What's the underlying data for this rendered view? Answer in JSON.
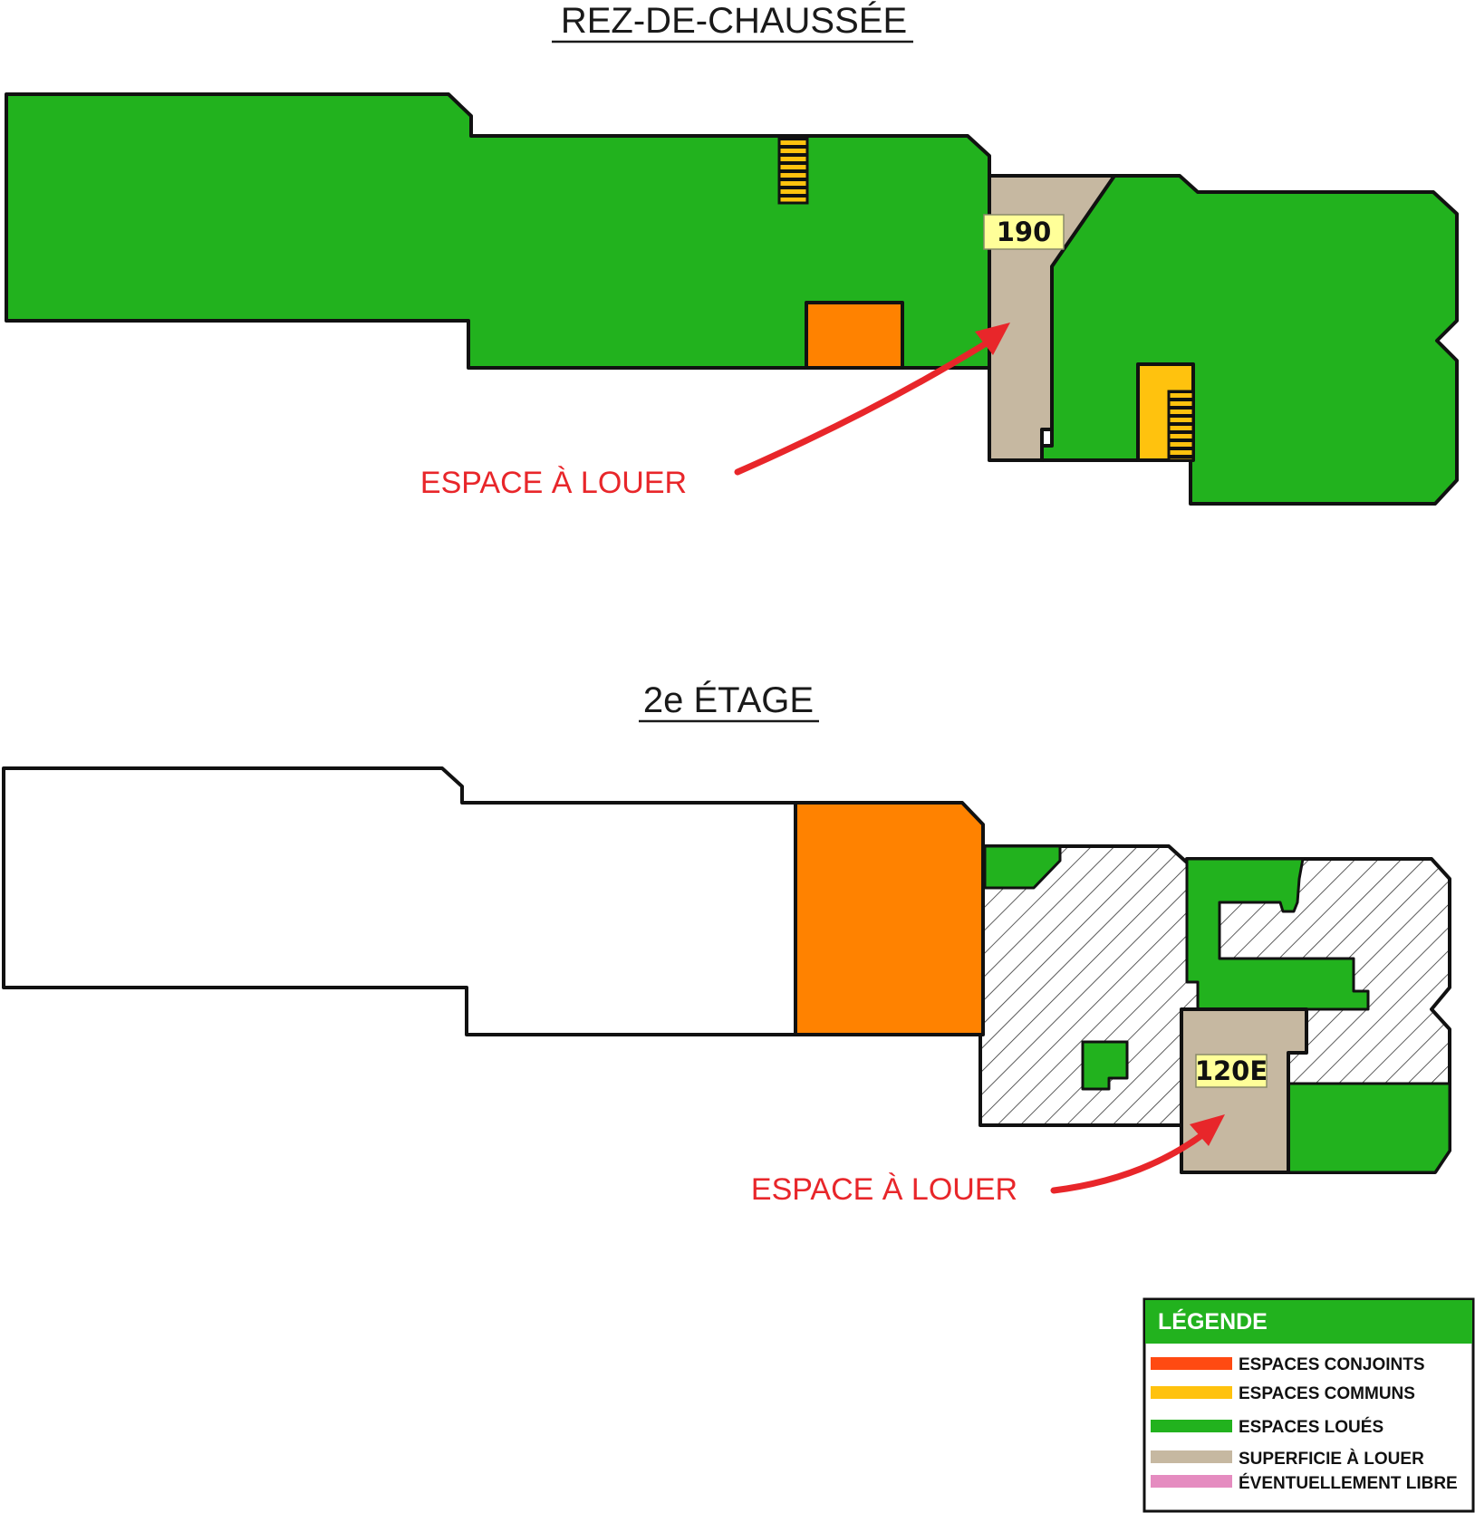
{
  "floors": [
    {
      "title": "REZ-DE-CHAUSSÉE",
      "unit_label": "190",
      "callout": "ESPACE À LOUER"
    },
    {
      "title": "2e ÉTAGE",
      "unit_label": "120E",
      "callout": "ESPACE À LOUER"
    }
  ],
  "legend": {
    "title": "LÉGENDE",
    "items": [
      {
        "label": "ESPACES CONJOINTS",
        "color": "#ff4a12"
      },
      {
        "label": "ESPACES COMMUNS",
        "color": "#ffc20e"
      },
      {
        "label": "ESPACES LOUÉS",
        "color": "#22b21e"
      },
      {
        "label": "SUPERFICIE À LOUER",
        "color": "#c6b8a1"
      },
      {
        "label": "ÉVENTUELLEMENT LIBRE",
        "color": "#e58cc0"
      }
    ]
  },
  "colors": {
    "leased": "#22b21e",
    "for_lease": "#c6b8a1",
    "joint": "#ff8200",
    "common": "#ffc20e",
    "arrow": "#e8262a",
    "label_bg": "#ffff99",
    "legend_header": "#22b21e"
  }
}
